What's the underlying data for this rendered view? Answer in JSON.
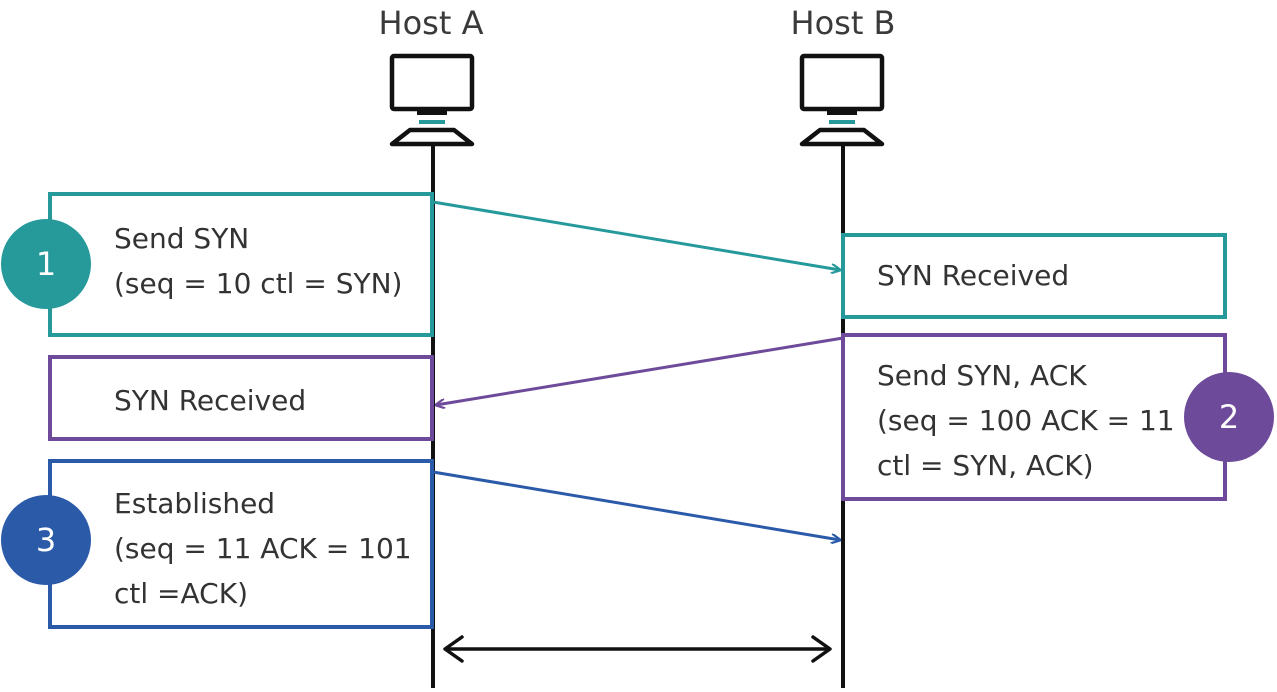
{
  "colors": {
    "teal": "#26999b",
    "purple": "#6e4b9a",
    "blue": "#2a5aa8",
    "black": "#111111"
  },
  "hosts": {
    "a": {
      "label": "Host A",
      "icon": "computer-icon"
    },
    "b": {
      "label": "Host B",
      "icon": "computer-icon"
    }
  },
  "steps": {
    "step1": {
      "badge": "1",
      "line1": "Send SYN",
      "line2": "(seq = 10 ctl = SYN)"
    },
    "step1_recv": {
      "line1": "SYN Received"
    },
    "step2": {
      "badge": "2",
      "line1": "Send SYN, ACK",
      "line2": "(seq = 100 ACK = 11",
      "line3": "ctl = SYN, ACK)"
    },
    "step2_recv": {
      "line1": "SYN Received"
    },
    "step3": {
      "badge": "3",
      "line1": "Established",
      "line2": "(seq = 11 ACK = 101",
      "line3": "ctl =ACK)"
    }
  }
}
